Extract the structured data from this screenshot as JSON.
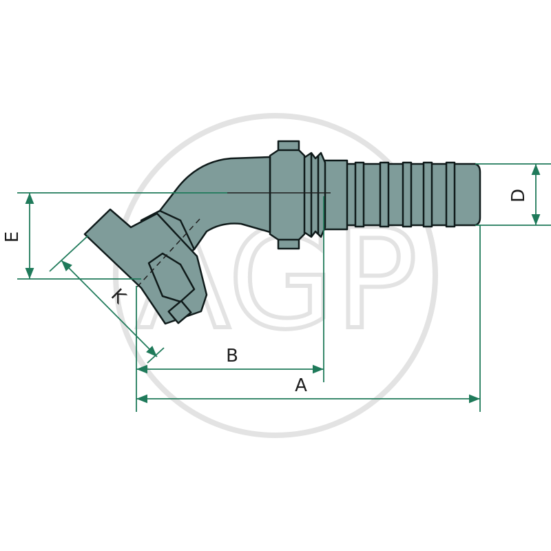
{
  "watermark": {
    "text": "AGP",
    "color": "#e3e3e3"
  },
  "dimensions": [
    {
      "label": "A"
    },
    {
      "label": "B"
    },
    {
      "label": "D"
    },
    {
      "label": "E"
    },
    {
      "label": "K"
    }
  ],
  "colors": {
    "part_fill": "#7f9c9a",
    "part_outline": "#0f1a1a",
    "dimension_line": "#1f7a5a",
    "background": "#ffffff"
  },
  "part": {
    "type": "45-degree flange hose fitting"
  }
}
